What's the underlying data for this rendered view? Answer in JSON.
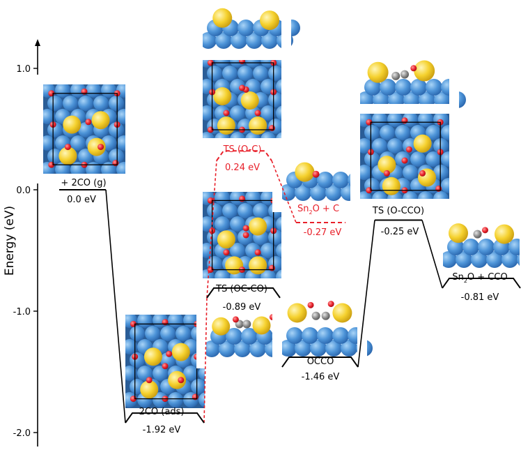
{
  "chart_data": {
    "type": "line",
    "title": "",
    "xlabel": "",
    "ylabel": "Energy (eV)",
    "ylim": [
      -2.1,
      1.25
    ],
    "yticks": [
      1.0,
      0.0,
      -1.0,
      -2.0
    ],
    "ytick_labels": [
      "1.0",
      "0.0",
      "-1.0",
      "-2.0"
    ],
    "grid": false,
    "legend": "none",
    "series": [
      {
        "color": "#000000",
        "line_style": "solid",
        "states": [
          {
            "label": "+ 2CO (g)",
            "value_label": "0.0 eV",
            "value": 0.0
          },
          {
            "label": "2CO (ads)",
            "value_label": "-1.92 eV",
            "value": -1.92
          },
          {
            "label": "TS (OC-CO)",
            "value_label": "-0.89 eV",
            "value": -0.89
          },
          {
            "label": "OCCO",
            "value_label": "-1.46 eV",
            "value": -1.46
          },
          {
            "label": "TS (O-CCO)",
            "value_label": "-0.25 eV",
            "value": -0.25
          },
          {
            "label": "Sn2O + CCO",
            "value_label": "-0.81 eV",
            "value": -0.81
          }
        ]
      },
      {
        "color": "#e8202a",
        "line_style": "dashed",
        "states": [
          {
            "label": "2CO (ads)",
            "value": -1.92
          },
          {
            "label": "TS (O-C)",
            "value_label": "0.24 eV",
            "value": 0.24
          },
          {
            "label": "Sn2O + C",
            "value_label": "-0.27 eV",
            "value": -0.27
          }
        ]
      }
    ],
    "colors": {
      "tin_atom": "#f5d12e",
      "oxygen_atom": "#e8202a",
      "carbon_atom": "#8a8a8a",
      "surface_atom": "#4d94d8"
    }
  }
}
